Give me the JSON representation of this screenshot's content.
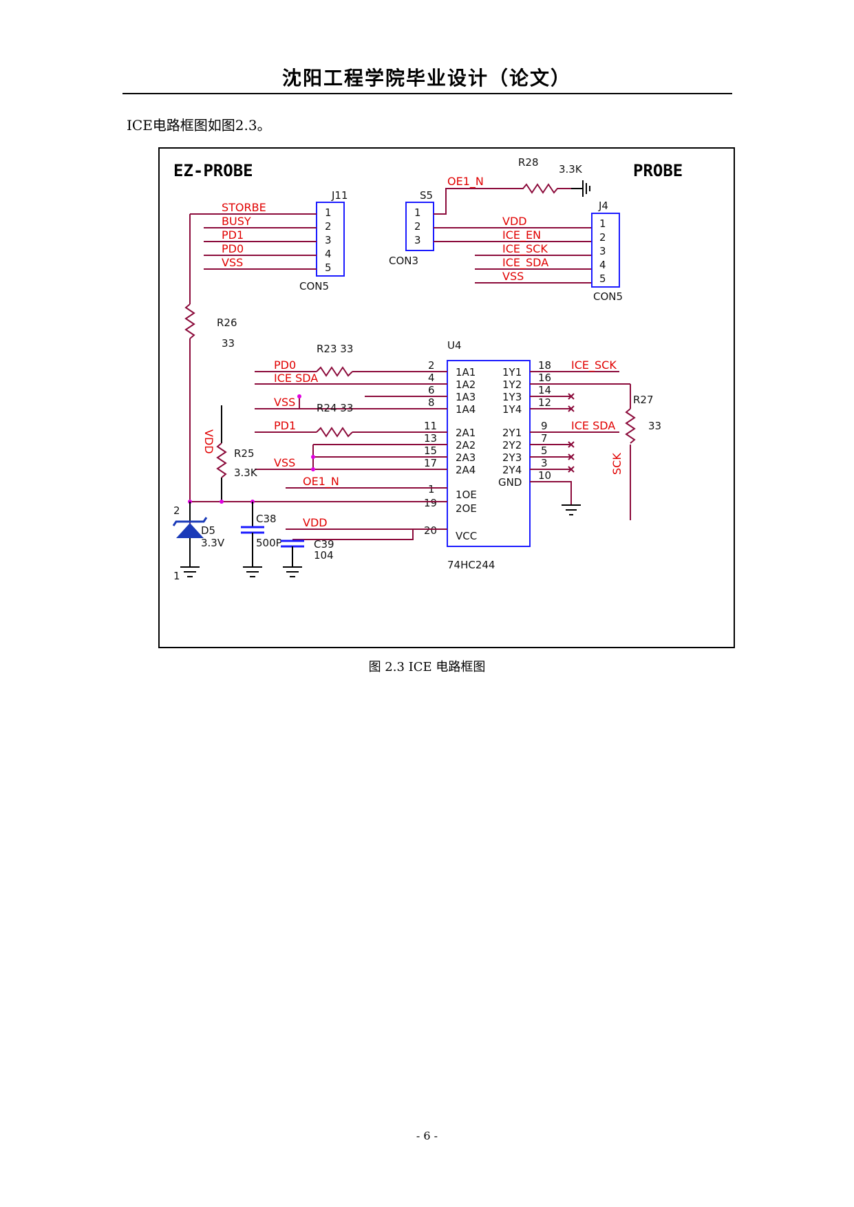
{
  "header": {
    "title": "沈阳工程学院毕业设计（论文）"
  },
  "intro": {
    "text": "ICE电路框图如图2.3。"
  },
  "caption": {
    "text": "图 2.3 ICE 电路框图"
  },
  "page": {
    "number": "- 6 -"
  },
  "figure": {
    "left_title": "EZ-PROBE",
    "right_title": "PROBE",
    "j11": {
      "ref": "J11",
      "type": "CON5",
      "pins": [
        "1",
        "2",
        "3",
        "4",
        "5"
      ],
      "nets": [
        "STORBE",
        "BUSY",
        "PD1",
        "PD0",
        "VSS"
      ]
    },
    "s5": {
      "ref": "S5",
      "type": "CON3",
      "pins": [
        "1",
        "2",
        "3"
      ]
    },
    "j4": {
      "ref": "J4",
      "type": "CON5",
      "pins": [
        "1",
        "2",
        "3",
        "4",
        "5"
      ],
      "nets": [
        "VDD",
        "ICE_EN",
        "ICE_SCK",
        "ICE_SDA",
        "VSS"
      ]
    },
    "r28": {
      "ref": "R28",
      "value": "3.3K",
      "net": "OE1_N"
    },
    "r26": {
      "ref": "R26",
      "value": "33"
    },
    "r23": {
      "label": "R23 33"
    },
    "r24": {
      "label": "R24 33"
    },
    "r25": {
      "ref": "R25",
      "value": "3.3K"
    },
    "r27": {
      "ref": "R27",
      "value": "33"
    },
    "u4": {
      "ref": "U4",
      "part": "74HC244",
      "left_pins": [
        {
          "num": "2",
          "name": "1A1"
        },
        {
          "num": "4",
          "name": "1A2"
        },
        {
          "num": "6",
          "name": "1A3"
        },
        {
          "num": "8",
          "name": "1A4"
        },
        {
          "num": "11",
          "name": "2A1"
        },
        {
          "num": "13",
          "name": "2A2"
        },
        {
          "num": "15",
          "name": "2A3"
        },
        {
          "num": "17",
          "name": "2A4"
        },
        {
          "num": "1",
          "name": "1OE"
        },
        {
          "num": "19",
          "name": "2OE"
        },
        {
          "num": "20",
          "name": "VCC"
        }
      ],
      "right_pins": [
        {
          "num": "18",
          "name": "1Y1"
        },
        {
          "num": "16",
          "name": "1Y2"
        },
        {
          "num": "14",
          "name": "1Y3"
        },
        {
          "num": "12",
          "name": "1Y4"
        },
        {
          "num": "9",
          "name": "2Y1"
        },
        {
          "num": "7",
          "name": "2Y2"
        },
        {
          "num": "5",
          "name": "2Y3"
        },
        {
          "num": "3",
          "name": "2Y4"
        },
        {
          "num": "10",
          "name": "GND"
        }
      ]
    },
    "nets_left": [
      "PD0",
      "ICE SDA",
      "VSS",
      "PD1",
      "VSS",
      "OE1_N",
      "VDD"
    ],
    "nets_right": [
      "ICE_SCK",
      "ICE SDA"
    ],
    "vdd_vertical": "VDD",
    "sck_vertical": "SCK",
    "d5": {
      "ref": "D5",
      "value": "3.3V",
      "pin_top": "2",
      "pin_bottom": "1"
    },
    "c38": {
      "ref": "C38",
      "value": "500P"
    },
    "c39": {
      "ref": "C39",
      "value": "104"
    }
  }
}
